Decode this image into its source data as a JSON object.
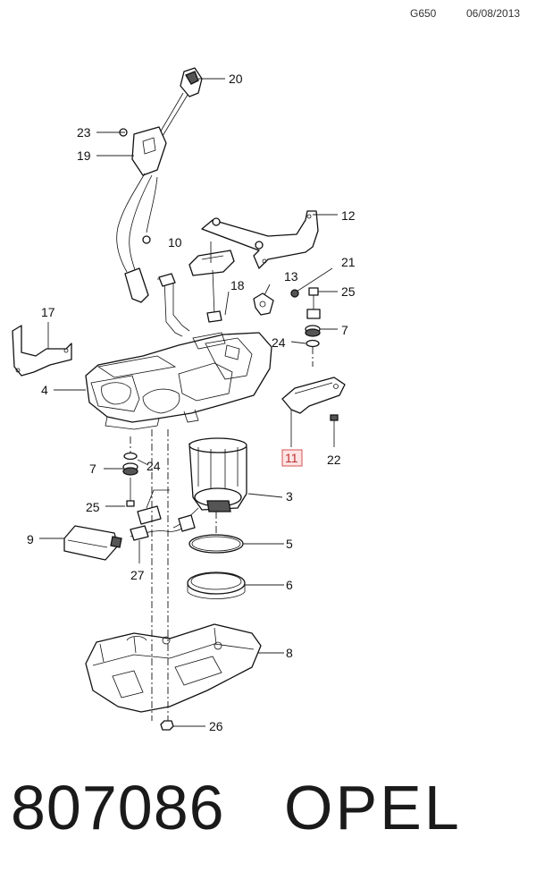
{
  "header": {
    "code": "G650",
    "date": "06/08/2013"
  },
  "callouts": {
    "c20": "20",
    "c23": "23",
    "c19": "19",
    "c10": "10",
    "c12": "12",
    "c13": "13",
    "c21": "21",
    "c18": "18",
    "c25a": "25",
    "c17": "17",
    "c4": "4",
    "c7a": "7",
    "c24a": "24",
    "c11": "11",
    "c22": "22",
    "c7b": "7",
    "c24b": "24",
    "c25b": "25",
    "c3": "3",
    "c9": "9",
    "c5": "5",
    "c27": "27",
    "c6": "6",
    "c8": "8",
    "c26": "26"
  },
  "highlight": "11",
  "footer": {
    "number": "807086",
    "brand": "OPEL"
  }
}
